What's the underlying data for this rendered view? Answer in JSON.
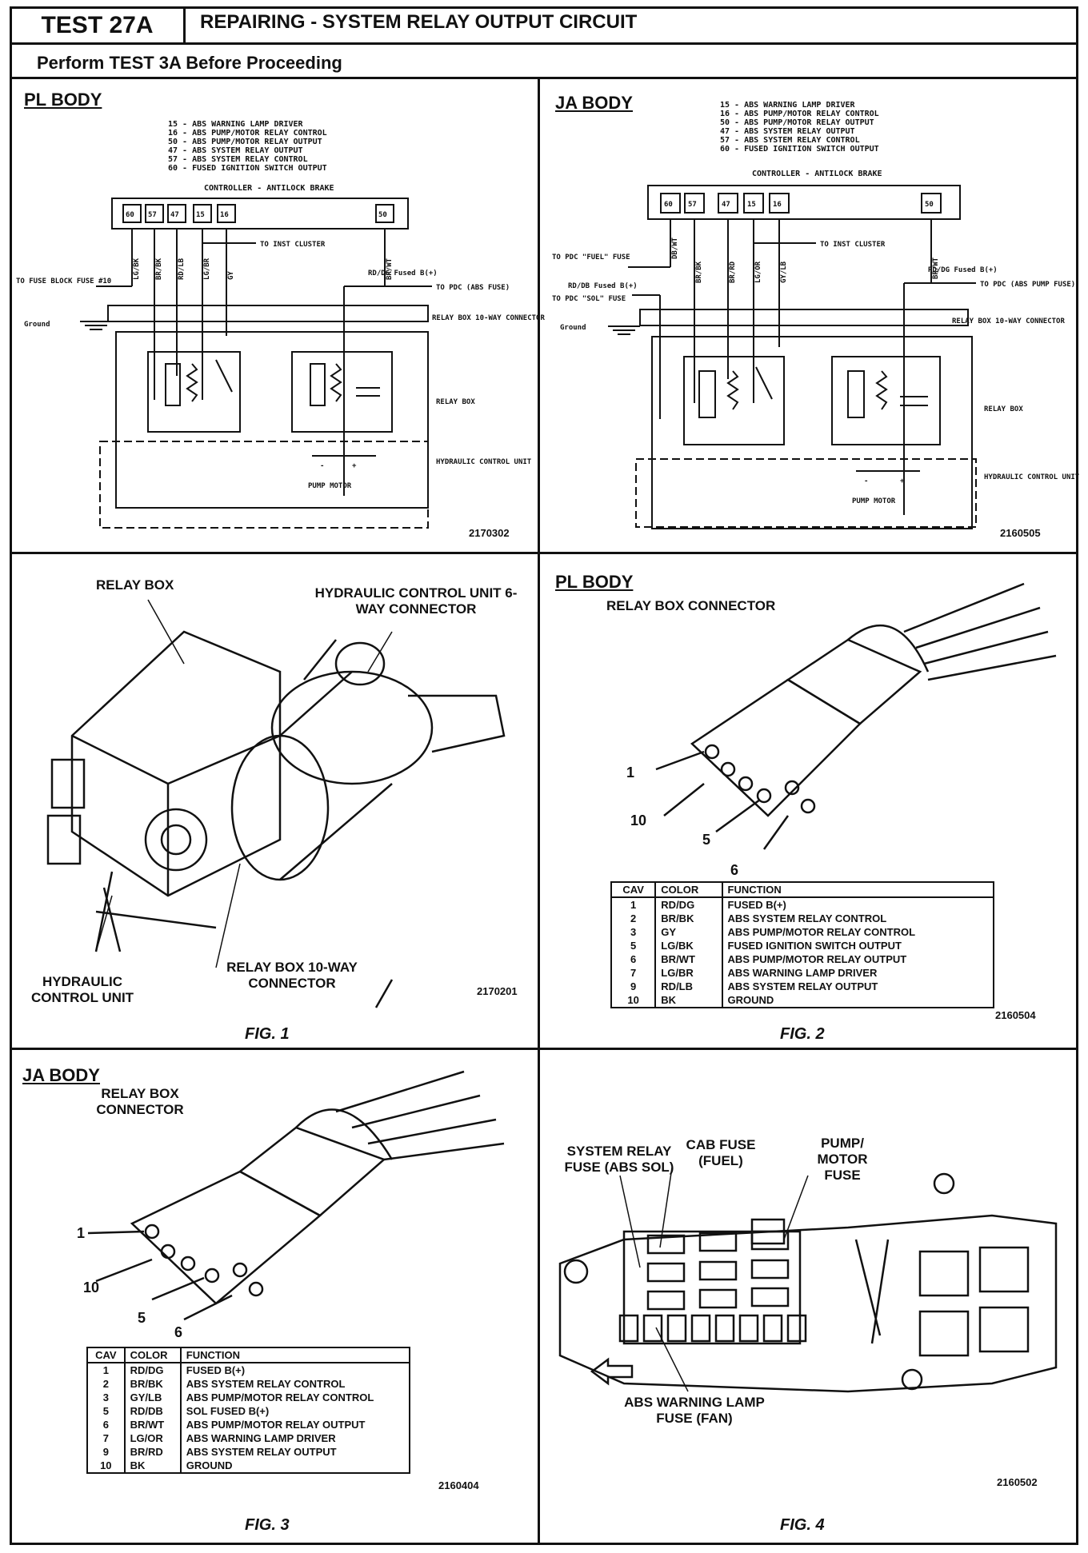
{
  "header": {
    "test_id": "TEST 27A",
    "title": "REPAIRING - SYSTEM RELAY OUTPUT CIRCUIT",
    "subtitle": "Perform TEST 3A Before Proceeding"
  },
  "pl_schematic": {
    "title": "PL BODY",
    "legend": [
      "15 - ABS WARNING LAMP DRIVER",
      "16 - ABS PUMP/MOTOR RELAY CONTROL",
      "50 - ABS PUMP/MOTOR RELAY OUTPUT",
      "47 - ABS SYSTEM RELAY OUTPUT",
      "57 - ABS SYSTEM RELAY CONTROL",
      "60 - FUSED IGNITION SWITCH OUTPUT"
    ],
    "controller": "CONTROLLER - ANTILOCK BRAKE",
    "pins": [
      "60",
      "57",
      "47",
      "15",
      "16",
      "50"
    ],
    "wires": [
      "LG/BK",
      "BR/BK",
      "RD/LB",
      "LG/BR",
      "GY",
      "BR/WT"
    ],
    "to_inst_cluster": "TO INST CLUSTER",
    "to_fuse_block": "TO FUSE BLOCK FUSE #10",
    "rd_dg": "RD/DG Fused B(+)",
    "to_pdc": "TO PDC (ABS FUSE)",
    "ground": "Ground",
    "relay_box_connector": "RELAY BOX 10-WAY CONNECTOR",
    "relay_box": "RELAY BOX",
    "hcu": "HYDRAULIC CONTROL UNIT",
    "pump_motor": "PUMP MOTOR",
    "minus": "-",
    "plus": "+",
    "code": "2170302"
  },
  "ja_schematic": {
    "title": "JA BODY",
    "legend": [
      "15 - ABS WARNING LAMP DRIVER",
      "16 - ABS PUMP/MOTOR RELAY CONTROL",
      "50 - ABS PUMP/MOTOR RELAY OUTPUT",
      "47 - ABS SYSTEM RELAY OUTPUT",
      "57 - ABS SYSTEM RELAY CONTROL",
      "60 - FUSED IGNITION SWITCH OUTPUT"
    ],
    "controller": "CONTROLLER - ANTILOCK BRAKE",
    "pins": [
      "60",
      "57",
      "47",
      "15",
      "16",
      "50"
    ],
    "wires": [
      "DB/WT",
      "BR/BK",
      "BR/RD",
      "LG/OR",
      "GY/LB",
      "BR/WT"
    ],
    "to_pdc_fuel": "TO PDC \"FUEL\" FUSE",
    "to_inst_cluster": "TO INST CLUSTER",
    "rd_db": "RD/DB Fused B(+)",
    "to_pdc_sol": "TO PDC \"SOL\" FUSE",
    "rd_dg": "RD/DG Fused B(+)",
    "to_pdc_abs_pump": "TO PDC (ABS PUMP FUSE)",
    "ground": "Ground",
    "relay_box_connector": "RELAY BOX 10-WAY CONNECTOR",
    "relay_box": "RELAY BOX",
    "hcu": "HYDRAULIC CONTROL UNIT",
    "pump_motor": "PUMP MOTOR",
    "minus": "-",
    "plus": "+",
    "code": "2160505"
  },
  "fig1": {
    "relay_box": "RELAY BOX",
    "hcu_connector": "HYDRAULIC CONTROL UNIT 6-WAY CONNECTOR",
    "hcu": "HYDRAULIC CONTROL UNIT",
    "relay_box_connector": "RELAY BOX 10-WAY CONNECTOR",
    "code": "2170201",
    "caption": "FIG. 1"
  },
  "fig2": {
    "title": "PL BODY",
    "subtitle": "RELAY BOX CONNECTOR",
    "callouts": [
      "1",
      "10",
      "5",
      "6"
    ],
    "headers": [
      "CAV",
      "COLOR",
      "FUNCTION"
    ],
    "rows": [
      [
        "1",
        "RD/DG",
        "FUSED B(+)"
      ],
      [
        "2",
        "BR/BK",
        "ABS SYSTEM RELAY CONTROL"
      ],
      [
        "3",
        "GY",
        "ABS PUMP/MOTOR RELAY CONTROL"
      ],
      [
        "5",
        "LG/BK",
        "FUSED IGNITION SWITCH OUTPUT"
      ],
      [
        "6",
        "BR/WT",
        "ABS PUMP/MOTOR RELAY OUTPUT"
      ],
      [
        "7",
        "LG/BR",
        "ABS WARNING LAMP DRIVER"
      ],
      [
        "9",
        "RD/LB",
        "ABS SYSTEM RELAY OUTPUT"
      ],
      [
        "10",
        "BK",
        "GROUND"
      ]
    ],
    "code": "2160504",
    "caption": "FIG. 2"
  },
  "fig3": {
    "title": "JA BODY",
    "subtitle": "RELAY BOX CONNECTOR",
    "callouts": [
      "1",
      "10",
      "5",
      "6"
    ],
    "headers": [
      "CAV",
      "COLOR",
      "FUNCTION"
    ],
    "rows": [
      [
        "1",
        "RD/DG",
        "FUSED B(+)"
      ],
      [
        "2",
        "BR/BK",
        "ABS SYSTEM RELAY CONTROL"
      ],
      [
        "3",
        "GY/LB",
        "ABS PUMP/MOTOR RELAY CONTROL"
      ],
      [
        "5",
        "RD/DB",
        "SOL FUSED B(+)"
      ],
      [
        "6",
        "BR/WT",
        "ABS PUMP/MOTOR RELAY OUTPUT"
      ],
      [
        "7",
        "LG/OR",
        "ABS WARNING LAMP DRIVER"
      ],
      [
        "9",
        "BR/RD",
        "ABS SYSTEM RELAY OUTPUT"
      ],
      [
        "10",
        "BK",
        "GROUND"
      ]
    ],
    "code": "2160404",
    "caption": "FIG. 3"
  },
  "fig4": {
    "system_relay_fuse": "SYSTEM RELAY FUSE (ABS SOL)",
    "cab_fuse": "CAB FUSE (FUEL)",
    "pump_motor_fuse": "PUMP/ MOTOR FUSE",
    "abs_warning": "ABS WARNING LAMP FUSE (FAN)",
    "code": "2160502",
    "caption": "FIG. 4"
  }
}
